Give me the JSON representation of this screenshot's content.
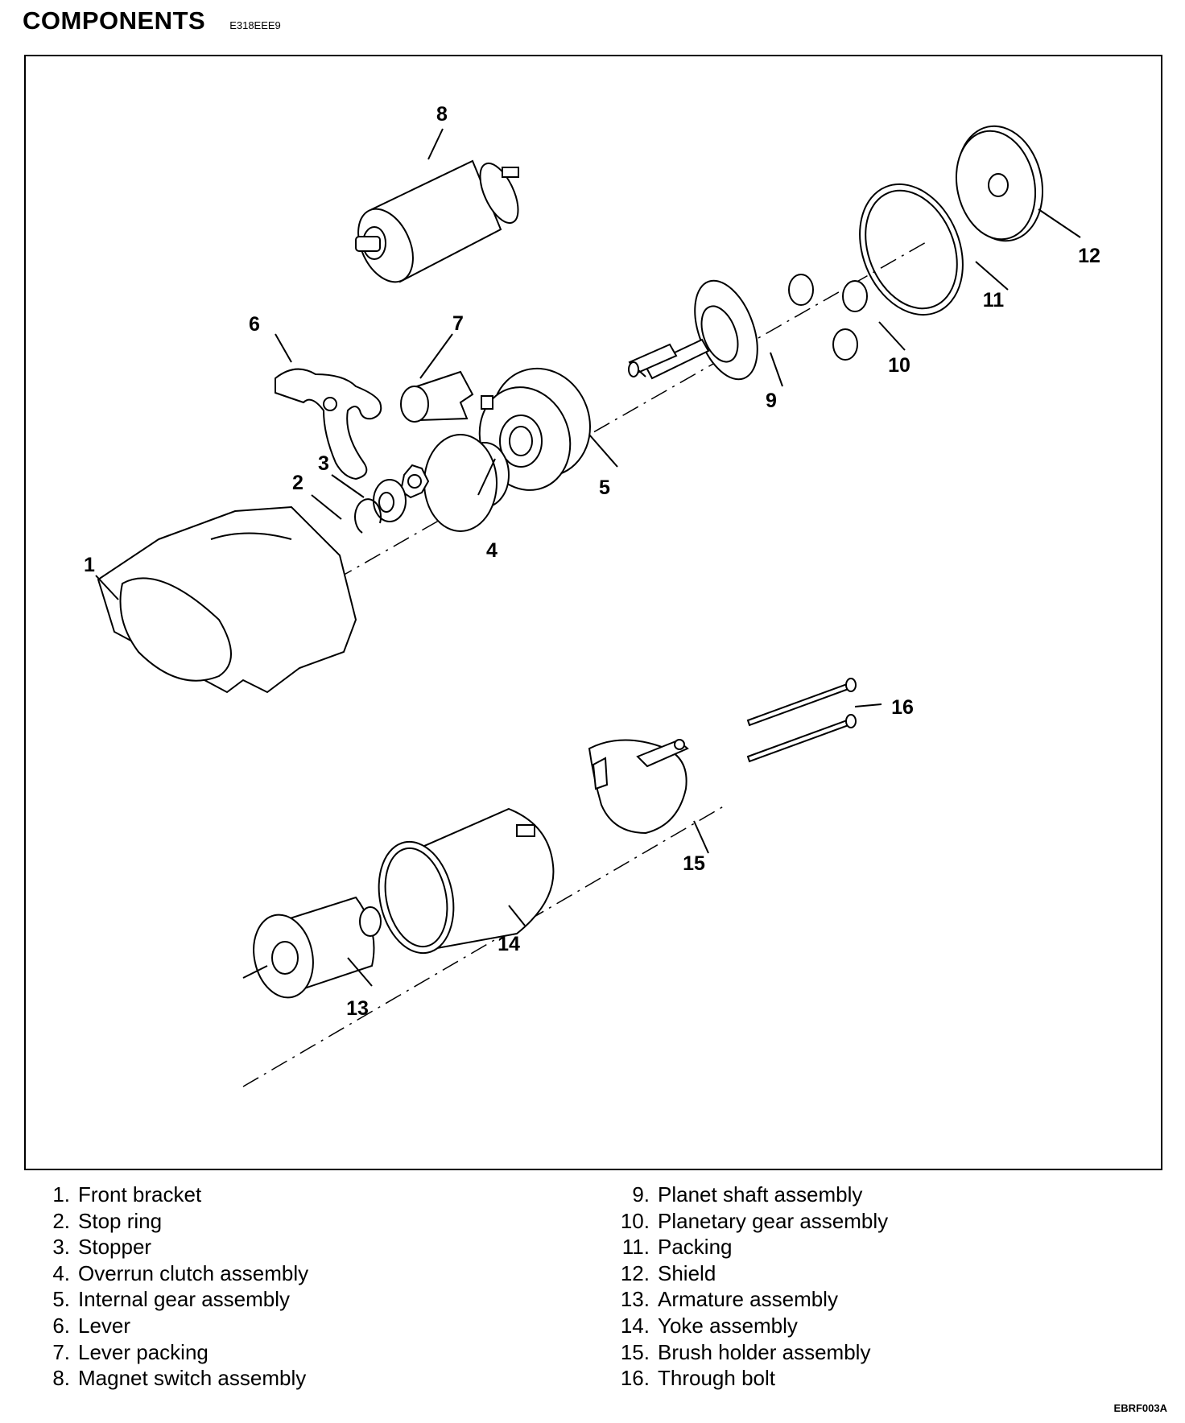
{
  "header": {
    "title": "COMPONENTS",
    "code": "E318EEE9"
  },
  "callouts": [
    "1",
    "2",
    "3",
    "4",
    "5",
    "6",
    "7",
    "8",
    "9",
    "10",
    "11",
    "12",
    "13",
    "14",
    "15",
    "16"
  ],
  "legend": {
    "left": [
      {
        "num": "1.",
        "label": "Front bracket"
      },
      {
        "num": "2.",
        "label": "Stop ring"
      },
      {
        "num": "3.",
        "label": "Stopper"
      },
      {
        "num": "4.",
        "label": "Overrun clutch assembly"
      },
      {
        "num": "5.",
        "label": "Internal gear assembly"
      },
      {
        "num": "6.",
        "label": "Lever"
      },
      {
        "num": "7.",
        "label": "Lever packing"
      },
      {
        "num": "8.",
        "label": "Magnet switch assembly"
      }
    ],
    "right": [
      {
        "num": "9.",
        "label": "Planet shaft assembly"
      },
      {
        "num": "10.",
        "label": "Planetary gear assembly"
      },
      {
        "num": "11.",
        "label": "Packing"
      },
      {
        "num": "12.",
        "label": "Shield"
      },
      {
        "num": "13.",
        "label": "Armature assembly"
      },
      {
        "num": "14.",
        "label": "Yoke assembly"
      },
      {
        "num": "15.",
        "label": "Brush holder assembly"
      },
      {
        "num": "16.",
        "label": "Through bolt"
      }
    ]
  },
  "footer": {
    "code": "EBRF003A"
  }
}
